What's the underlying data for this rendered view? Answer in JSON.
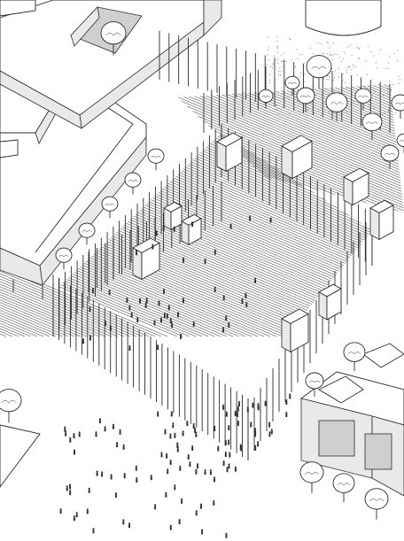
{
  "image": {
    "style": "isometric line drawing",
    "palette": {
      "line": "#2b2b2b",
      "fill": "#ffffff",
      "shade": "#e9e9e9"
    }
  },
  "scene": {
    "building_count": 3,
    "courtyard_tree_count": 1,
    "tree_count": 22,
    "person_count": 150,
    "pavilion_count": 9
  }
}
